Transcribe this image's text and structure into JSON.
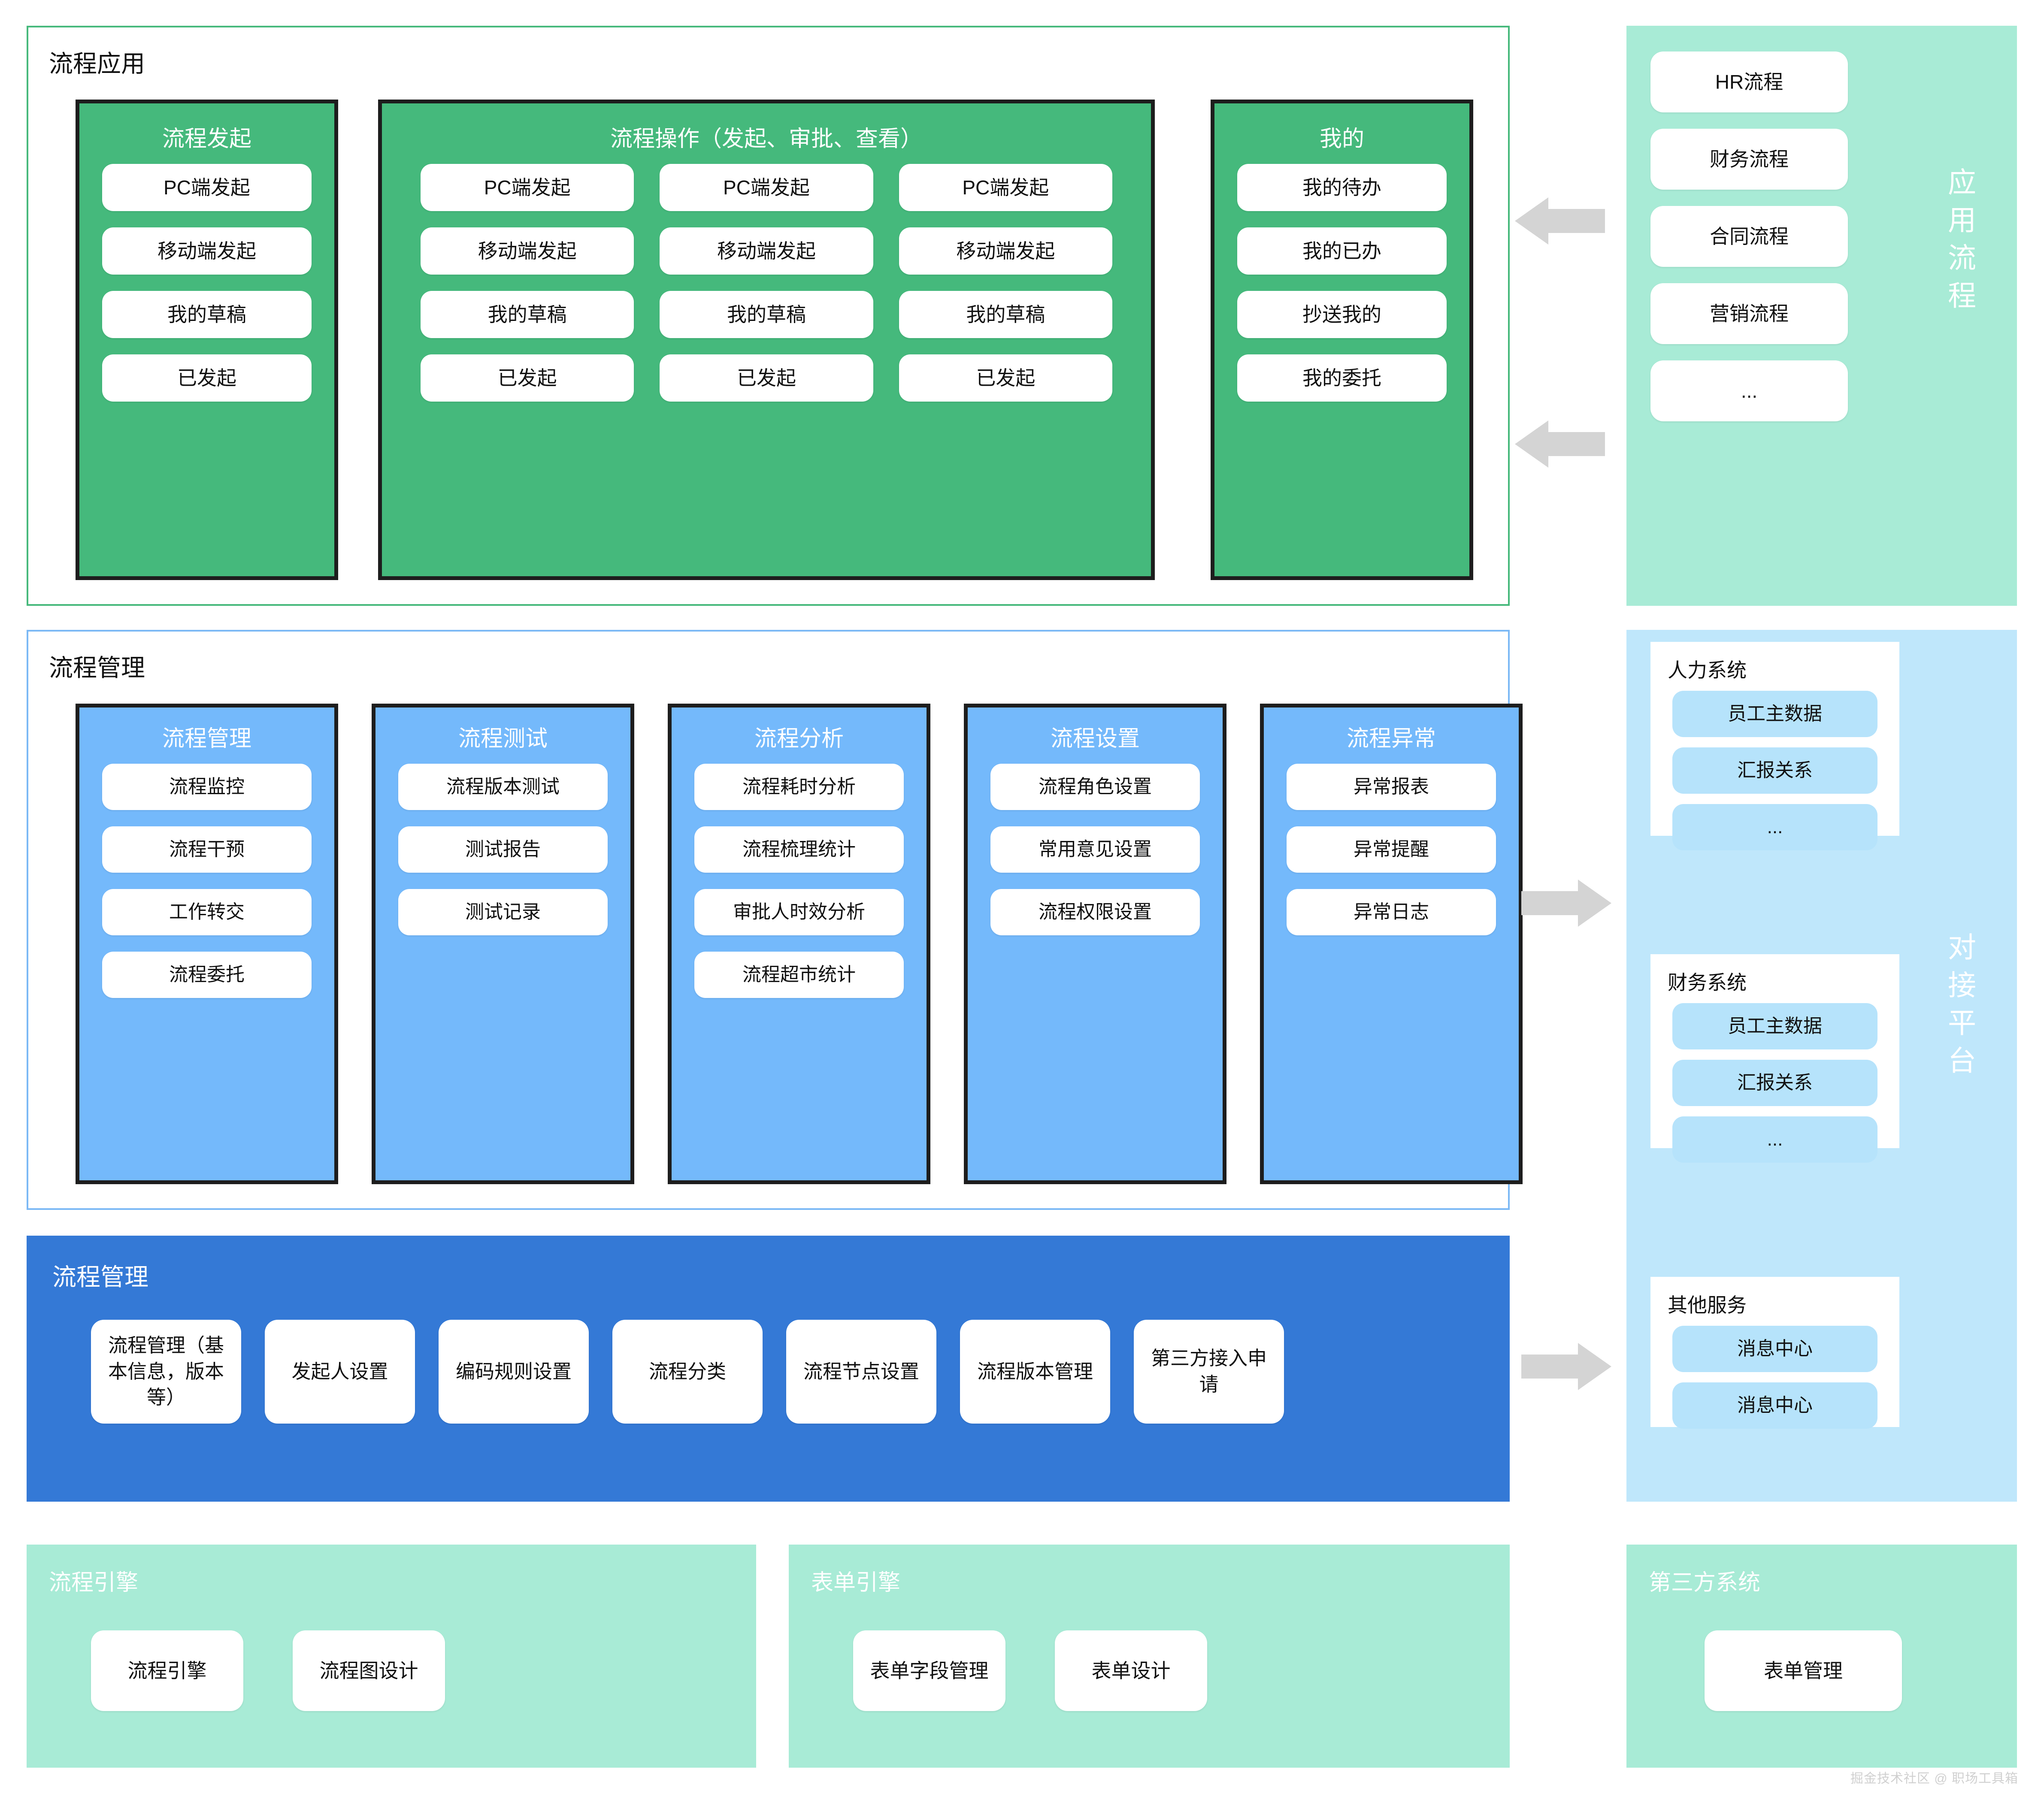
{
  "colors": {
    "green": "#45b97c",
    "green_border": "#47b97c",
    "light_blue": "#74b9fb",
    "light_blue_border": "#7cb9f5",
    "dark_blue": "#3479d6",
    "mint": "#a8ebd6",
    "pale_blue": "#bfe7fb",
    "pill_blue": "#b6e3fb",
    "arrow_gray": "#d4d4d4",
    "outline_black": "#1d1d1d"
  },
  "process_application": {
    "band_title": "流程应用",
    "groups": [
      {
        "title": "流程发起",
        "items": [
          "PC端发起",
          "移动端发起",
          "我的草稿",
          "已发起"
        ]
      },
      {
        "title": "流程操作（发起、审批、查看）",
        "items": [
          "PC端发起",
          "PC端发起",
          "PC端发起",
          "移动端发起",
          "移动端发起",
          "移动端发起",
          "我的草稿",
          "我的草稿",
          "我的草稿",
          "已发起",
          "已发起",
          "已发起"
        ]
      },
      {
        "title": "我的",
        "items": [
          "我的待办",
          "我的已办",
          "抄送我的",
          "我的委托"
        ]
      }
    ]
  },
  "process_management": {
    "band_title": "流程管理",
    "columns": [
      {
        "title": "流程管理",
        "items": [
          "流程监控",
          "流程干预",
          "工作转交",
          "流程委托"
        ]
      },
      {
        "title": "流程测试",
        "items": [
          "流程版本测试",
          "测试报告",
          "测试记录"
        ]
      },
      {
        "title": "流程分析",
        "items": [
          "流程耗时分析",
          "流程梳理统计",
          "审批人时效分析",
          "流程超市统计"
        ]
      },
      {
        "title": "流程设置",
        "items": [
          "流程角色设置",
          "常用意见设置",
          "流程权限设置"
        ]
      },
      {
        "title": "流程异常",
        "items": [
          "异常报表",
          "异常提醒",
          "异常日志"
        ]
      }
    ]
  },
  "process_core": {
    "band_title": "流程管理",
    "items": [
      "流程管理（基本信息，版本等）",
      "发起人设置",
      "编码规则设置",
      "流程分类",
      "流程节点设置",
      "流程版本管理",
      "第三方接入申请"
    ]
  },
  "engine_process": {
    "band_title": "流程引擎",
    "items": [
      "流程引擎",
      "流程图设计"
    ]
  },
  "engine_form": {
    "band_title": "表单引擎",
    "items": [
      "表单字段管理",
      "表单设计"
    ]
  },
  "third_party_system": {
    "band_title": "第三方系统",
    "items": [
      "表单管理"
    ]
  },
  "rail_application": {
    "vertical_label": "应用流程",
    "items": [
      "HR流程",
      "财务流程",
      "合同流程",
      "营销流程",
      "..."
    ]
  },
  "rail_platform": {
    "vertical_label": "对接平台",
    "systems": [
      {
        "title": "人力系统",
        "items": [
          "员工主数据",
          "汇报关系",
          "..."
        ]
      },
      {
        "title": "财务系统",
        "items": [
          "员工主数据",
          "汇报关系",
          "..."
        ]
      },
      {
        "title": "其他服务",
        "items": [
          "消息中心",
          "消息中心"
        ]
      }
    ]
  },
  "watermark": "掘金技术社区 @ 职场工具箱"
}
